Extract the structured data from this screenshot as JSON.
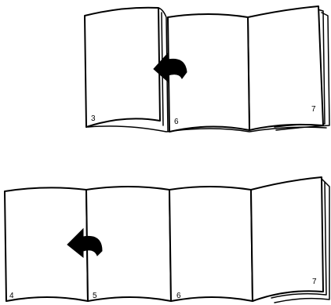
{
  "top_panel": {
    "page_numbers": [
      "3",
      "6",
      "7"
    ]
  },
  "bottom_panel": {
    "page_numbers": [
      "4",
      "5",
      "6",
      "7"
    ]
  }
}
